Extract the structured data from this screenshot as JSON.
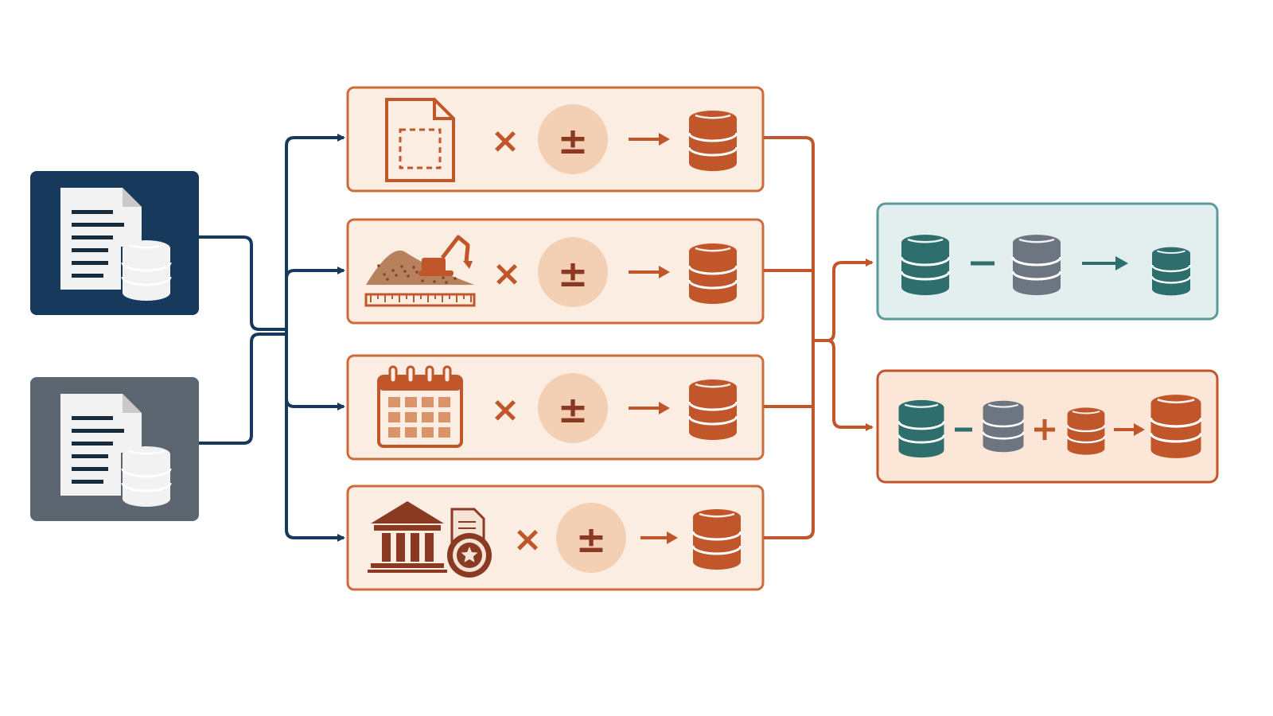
{
  "colors": {
    "navy": "#173a5c",
    "slate": "#5b6670",
    "orange": "#c0562a",
    "orange_fill": "#fbede2",
    "circle_fill": "#f3cfb4",
    "teal": "#2e6e6d",
    "teal_fill": "#e2efee",
    "gray": "#6d7680",
    "peach_fill": "#fbe6d7"
  },
  "inputs": [
    {
      "id": "primary-source",
      "icon": "document-database-icon",
      "color": "navy"
    },
    {
      "id": "secondary-source",
      "icon": "document-database-icon",
      "color": "slate"
    }
  ],
  "steps": [
    {
      "icon": "blank-document-icon",
      "operator_1": "×",
      "operator_2": "±",
      "operator_3": "→",
      "output_icon": "database-icon"
    },
    {
      "icon": "excavator-stockpile-icon",
      "operator_1": "×",
      "operator_2": "±",
      "operator_3": "→",
      "output_icon": "database-icon"
    },
    {
      "icon": "calendar-icon",
      "operator_1": "×",
      "operator_2": "±",
      "operator_3": "→",
      "output_icon": "database-icon"
    },
    {
      "icon": "institution-certificate-icon",
      "operator_1": "×",
      "operator_2": "±",
      "operator_3": "→",
      "output_icon": "database-icon"
    }
  ],
  "results": [
    {
      "id": "difference-result",
      "terms": [
        "database-icon",
        "−",
        "database-icon",
        "→",
        "database-icon"
      ]
    },
    {
      "id": "balance-result",
      "terms": [
        "database-icon",
        "−",
        "database-icon",
        "+",
        "database-icon",
        "→",
        "database-icon"
      ]
    }
  ]
}
